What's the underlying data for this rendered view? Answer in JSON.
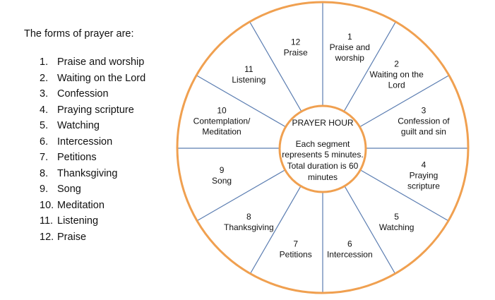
{
  "intro": "The forms of prayer are:",
  "forms": [
    {
      "num": "1.",
      "label": "Praise and worship"
    },
    {
      "num": "2.",
      "label": "Waiting on the Lord"
    },
    {
      "num": "3.",
      "label": "Confession"
    },
    {
      "num": "4.",
      "label": "Praying scripture"
    },
    {
      "num": "5.",
      "label": "Watching"
    },
    {
      "num": "6.",
      "label": "Intercession"
    },
    {
      "num": "7.",
      "label": "Petitions"
    },
    {
      "num": "8.",
      "label": "Thanksgiving"
    },
    {
      "num": "9.",
      "label": "Song"
    },
    {
      "num": "10.",
      "label": "Meditation"
    },
    {
      "num": "11.",
      "label": "Listening"
    },
    {
      "num": "12.",
      "label": "Praise"
    }
  ],
  "wheel": {
    "center": {
      "title": "PRAYER HOUR",
      "lines": [
        "Each segment",
        "represents 5 minutes.",
        "Total duration is 60",
        "minutes"
      ]
    },
    "segment_minutes": 5,
    "total_minutes": 60,
    "segments": [
      {
        "num": "1",
        "lines": [
          "Praise and",
          "worship"
        ]
      },
      {
        "num": "2",
        "lines": [
          "Waiting on the",
          "Lord"
        ]
      },
      {
        "num": "3",
        "lines": [
          "Confession of",
          "guilt and sin"
        ]
      },
      {
        "num": "4",
        "lines": [
          "Praying",
          "scripture"
        ]
      },
      {
        "num": "5",
        "lines": [
          "Watching"
        ]
      },
      {
        "num": "6",
        "lines": [
          "Intercession"
        ]
      },
      {
        "num": "7",
        "lines": [
          "Petitions"
        ]
      },
      {
        "num": "8",
        "lines": [
          "Thanksgiving"
        ]
      },
      {
        "num": "9",
        "lines": [
          "Song"
        ]
      },
      {
        "num": "10",
        "lines": [
          "Contemplation/",
          "Meditation"
        ]
      },
      {
        "num": "11",
        "lines": [
          "Listening"
        ]
      },
      {
        "num": "12",
        "lines": [
          "Praise"
        ]
      }
    ],
    "colors": {
      "outer_ring": "#F0A050",
      "divider": "#5B7DB1",
      "text": "#111111"
    }
  }
}
